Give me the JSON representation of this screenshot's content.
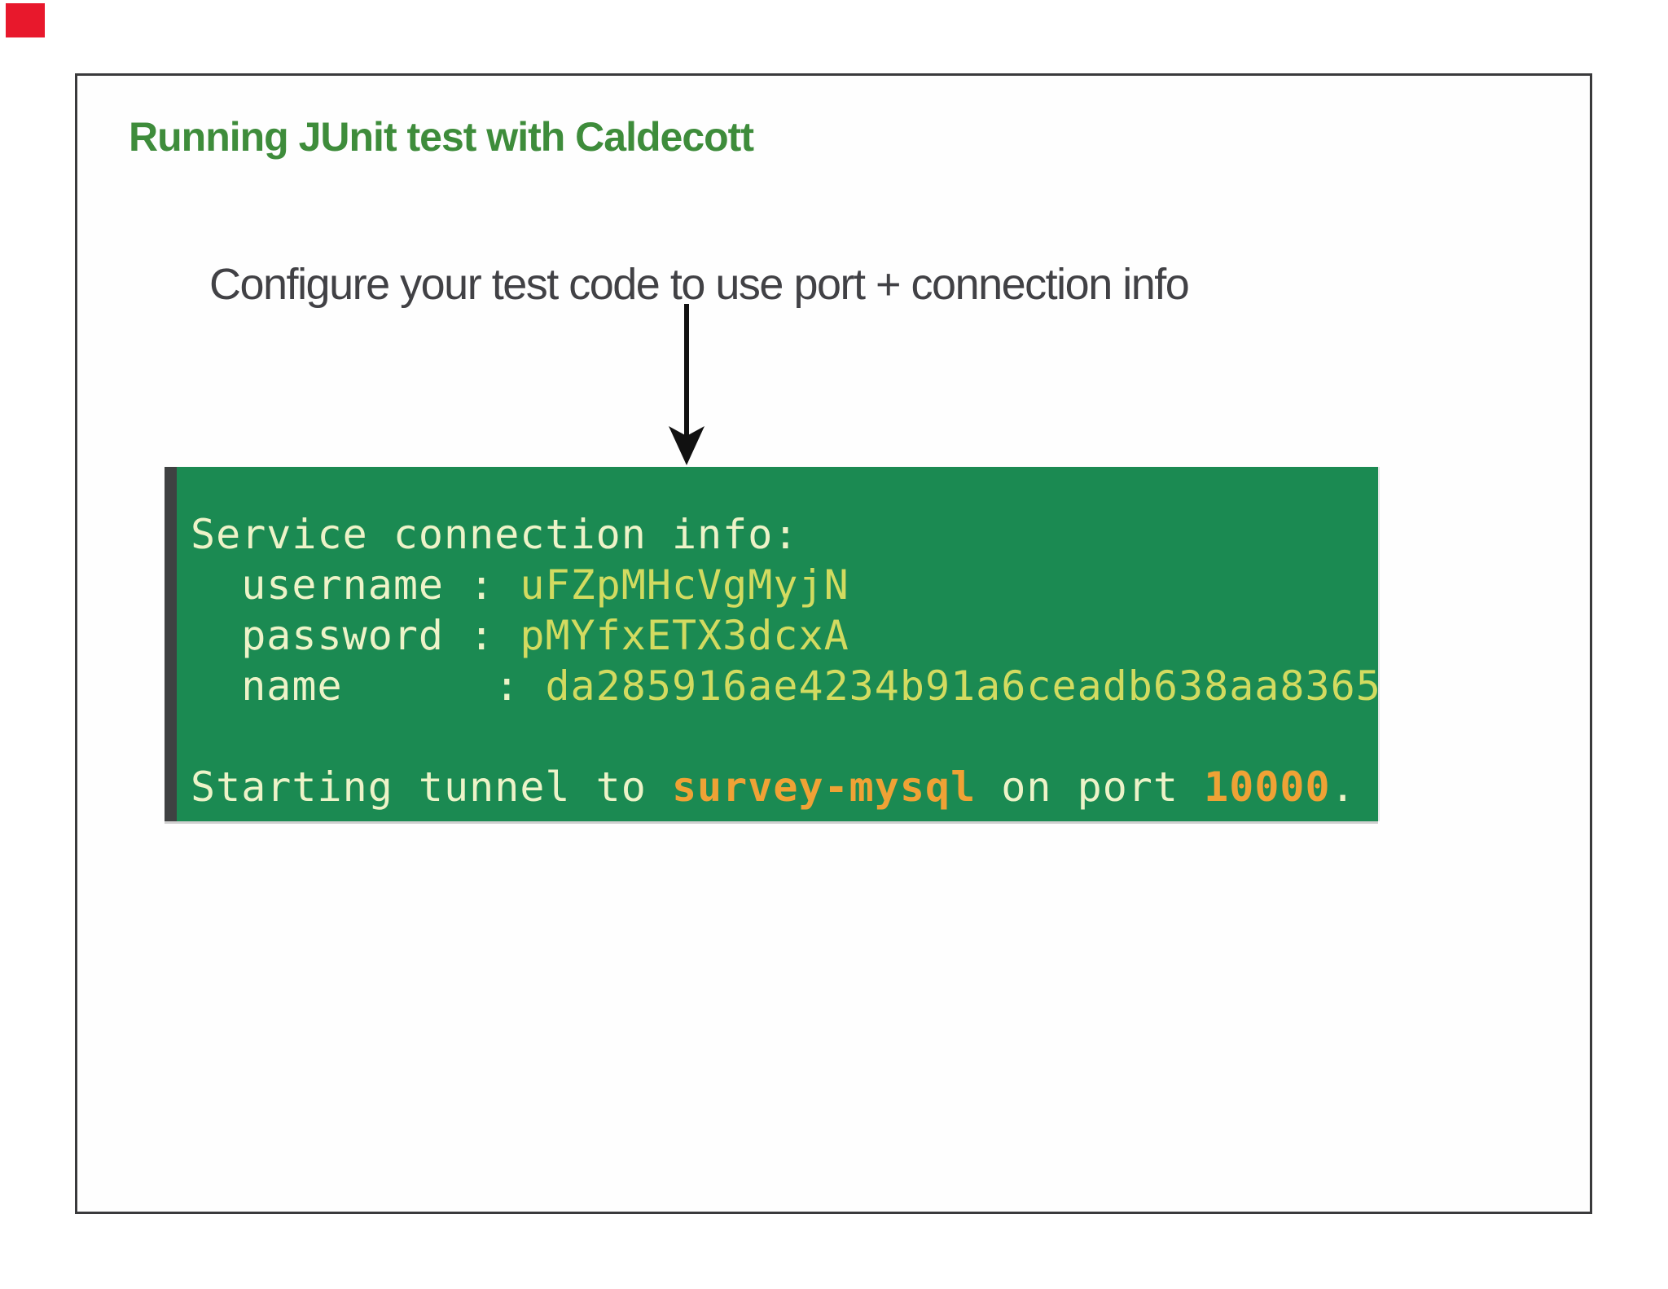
{
  "marker": {
    "color": "#e8182c"
  },
  "slide": {
    "border_color": "#3a3a3c",
    "title": "Running JUnit test with Caldecott",
    "title_color": "#3e8c3b",
    "subtitle": "Configure your test code to use port + connection info",
    "subtitle_color": "#414145",
    "arrow_color": "#111111"
  },
  "terminal": {
    "bg": "#1b8a52",
    "edge": "#3f4142",
    "colors": {
      "cream": "#edf3c8",
      "yellow": "#d2db60",
      "orange": "#efa235"
    },
    "lines": [
      [
        {
          "t": "Service connection info:",
          "c": "cream"
        }
      ],
      [
        {
          "t": "  username : ",
          "c": "cream"
        },
        {
          "t": "uFZpMHcVgMyjN",
          "c": "yellow"
        }
      ],
      [
        {
          "t": "  password : ",
          "c": "cream"
        },
        {
          "t": "pMYfxETX3dcxA",
          "c": "yellow"
        }
      ],
      [
        {
          "t": "  name      : ",
          "c": "cream"
        },
        {
          "t": "da285916ae4234b91a6ceadb638aa8365",
          "c": "yellow"
        }
      ],
      [
        {
          "t": " ",
          "c": "cream"
        }
      ],
      [
        {
          "t": "Starting tunnel to ",
          "c": "cream"
        },
        {
          "t": "survey-mysql",
          "c": "orange",
          "b": true
        },
        {
          "t": " on port ",
          "c": "cream"
        },
        {
          "t": "10000",
          "c": "orange",
          "b": true
        },
        {
          "t": ".",
          "c": "cream"
        }
      ]
    ]
  }
}
